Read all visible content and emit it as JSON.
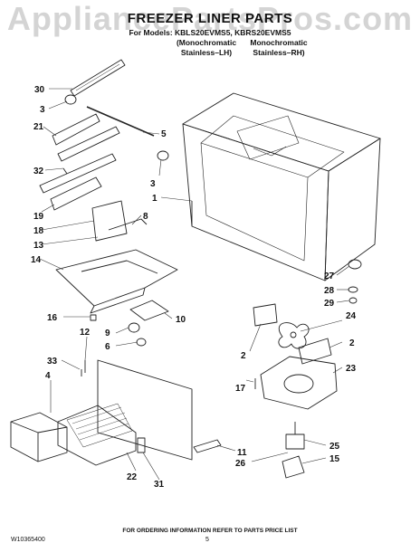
{
  "watermark": "AppliancePartsPros.com",
  "header": {
    "title": "FREEZER LINER PARTS",
    "models": "For Models: KBLS20EVMS5, KBRS20EVMS5",
    "col1": {
      "line1": "(Monochromatic",
      "line2": "Stainless–LH)"
    },
    "col2": {
      "line1": "Monochromatic",
      "line2": "Stainless–RH)"
    }
  },
  "callouts": [
    "30",
    "3",
    "21",
    "5",
    "32",
    "3",
    "1",
    "19",
    "18",
    "8",
    "13",
    "14",
    "27",
    "28",
    "29",
    "16",
    "10",
    "12",
    "9",
    "6",
    "24",
    "2",
    "2",
    "33",
    "4",
    "23",
    "17",
    "25",
    "11",
    "26",
    "15",
    "22",
    "31"
  ],
  "footer": {
    "note": "FOR ORDERING INFORMATION REFER TO PARTS PRICE LIST",
    "doc_number": "W10365400",
    "page": "5"
  }
}
